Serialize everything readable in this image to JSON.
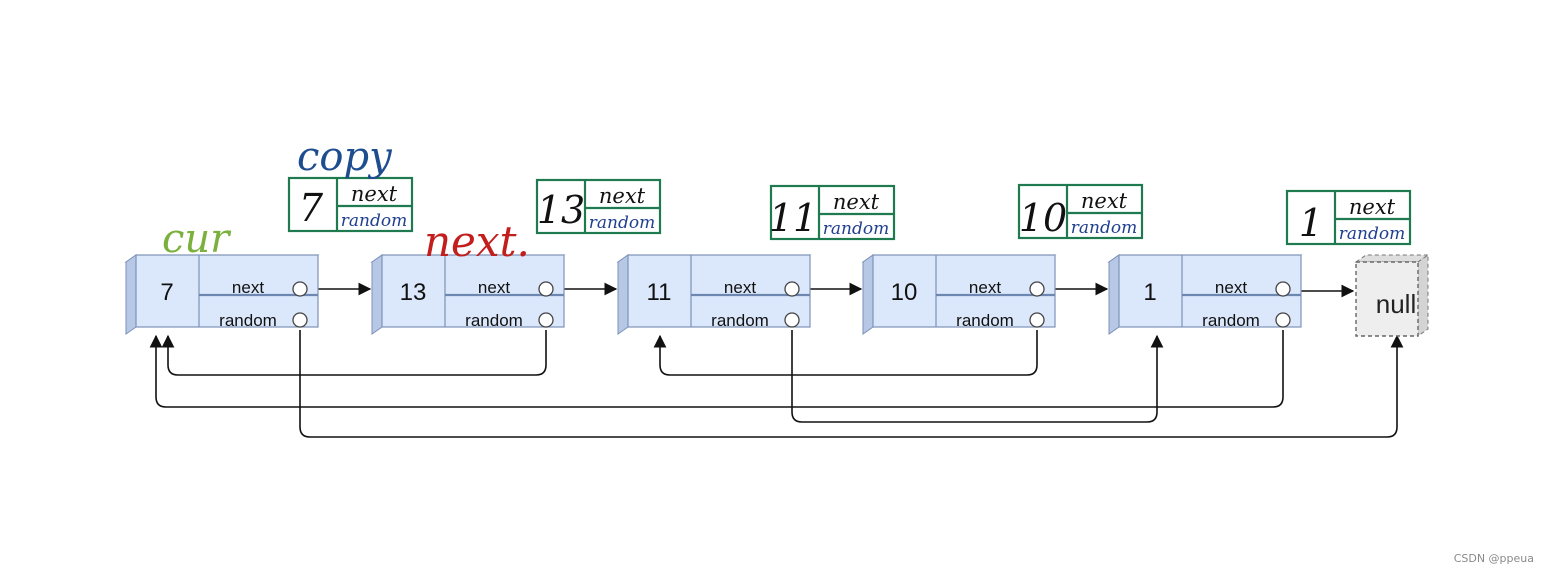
{
  "nodes": [
    {
      "value": "7",
      "next_label": "next",
      "random_label": "random"
    },
    {
      "value": "13",
      "next_label": "next",
      "random_label": "random"
    },
    {
      "value": "11",
      "next_label": "next",
      "random_label": "random"
    },
    {
      "value": "10",
      "next_label": "next",
      "random_label": "random"
    },
    {
      "value": "1",
      "next_label": "next",
      "random_label": "random"
    }
  ],
  "null_label": "null",
  "copies": [
    {
      "value": "7",
      "next_label": "next",
      "random_label": "random"
    },
    {
      "value": "13",
      "next_label": "next",
      "random_label": "random"
    },
    {
      "value": "11",
      "next_label": "next",
      "random_label": "random"
    },
    {
      "value": "10",
      "next_label": "next",
      "random_label": "random"
    },
    {
      "value": "1",
      "next_label": "next",
      "random_label": "random"
    }
  ],
  "annotations": {
    "copy": "copy",
    "cur": "cur",
    "next": "next."
  },
  "random_pointers": [
    {
      "from": "7",
      "to": "null"
    },
    {
      "from": "13",
      "to": "7"
    },
    {
      "from": "11",
      "to": "1"
    },
    {
      "from": "10",
      "to": "11"
    },
    {
      "from": "1",
      "to": "7"
    }
  ],
  "colors": {
    "node_fill": "#dbe8fb",
    "node_border": "#7d92b8",
    "copy_border": "#1f7a4f",
    "copy_label": "#1d4d8f",
    "cur_label": "#7ab03c",
    "next_label": "#c21e1e"
  },
  "watermark": "CSDN @ppeua"
}
